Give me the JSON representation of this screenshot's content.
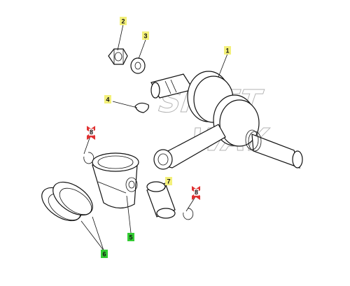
{
  "diagram": {
    "watermark": [
      "SHIFT",
      "WAY"
    ],
    "callouts": [
      {
        "id": "c1",
        "label": "1",
        "color": "#f3f07a"
      },
      {
        "id": "c2",
        "label": "2",
        "color": "#f3f07a"
      },
      {
        "id": "c3",
        "label": "3",
        "color": "#f3f07a"
      },
      {
        "id": "c4",
        "label": "4",
        "color": "#f3f07a"
      },
      {
        "id": "c5",
        "label": "5",
        "color": "#33cc33"
      },
      {
        "id": "c6",
        "label": "6",
        "color": "#33cc33"
      },
      {
        "id": "c7",
        "label": "7",
        "color": "#f3f07a"
      },
      {
        "id": "c8a",
        "label": "8",
        "color": "#e03030"
      },
      {
        "id": "c8b",
        "label": "8",
        "color": "#e03030"
      }
    ]
  }
}
